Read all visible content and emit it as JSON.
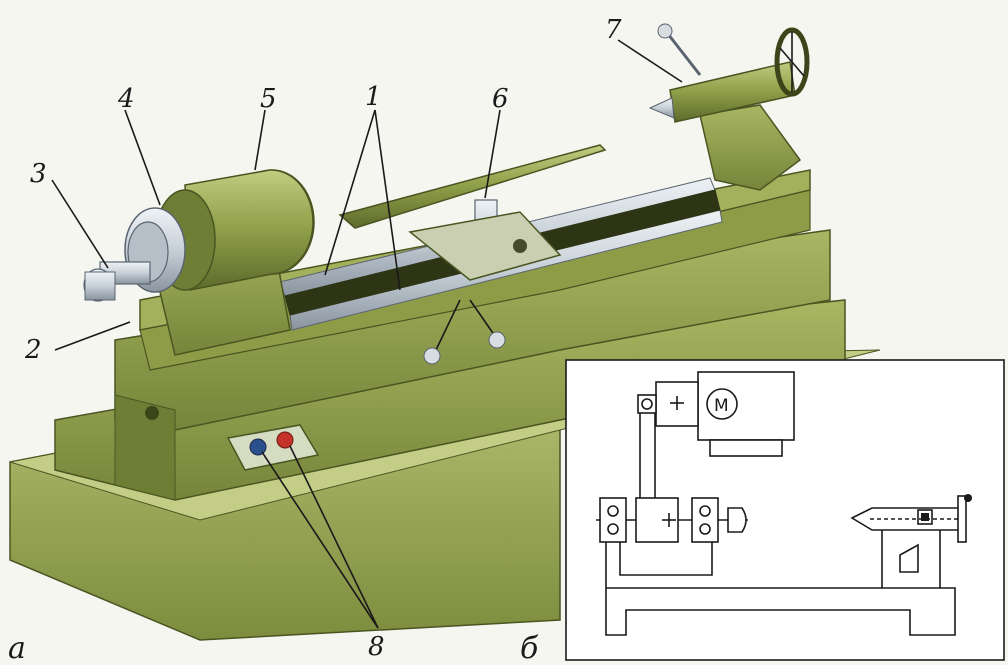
{
  "figure": {
    "labels": {
      "bed": "1",
      "headstock": "2",
      "spindle": "3",
      "chuck": "4",
      "motor_housing": "5",
      "tool_rest": "6",
      "tailstock": "7",
      "buttons": "8"
    },
    "panel_labels": {
      "illustration": "а",
      "schematic": "б"
    },
    "schematic": {
      "motor_label": "M"
    }
  },
  "colors": {
    "body": "#8b9a48",
    "body_dark": "#5e6b2c",
    "body_light": "#b7c37a",
    "metal": "#d5dbe0",
    "metal_dark": "#8a95a0",
    "background": "#f4f6ef",
    "button_red": "#c4322a",
    "button_blue": "#2a4f8a"
  }
}
